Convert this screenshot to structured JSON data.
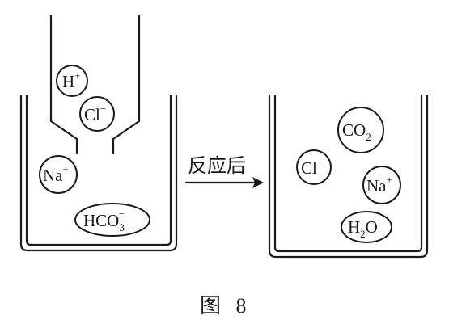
{
  "diagram": {
    "before": {
      "ions": [
        {
          "base": "H",
          "sup": "+",
          "sub": ""
        },
        {
          "base": "Cl",
          "sup": "−",
          "sub": ""
        },
        {
          "base": "Na",
          "sup": "+",
          "sub": ""
        },
        {
          "base": "HCO",
          "sup": "−",
          "sub": "3"
        }
      ]
    },
    "arrow_label": "反应后",
    "after": {
      "ions": [
        {
          "base": "CO",
          "sup": "",
          "sub": "2"
        },
        {
          "base": "Cl",
          "sup": "−",
          "sub": ""
        },
        {
          "base": "Na",
          "sup": "+",
          "sub": ""
        },
        {
          "base": "H",
          "sup": "",
          "sub": "2",
          "tail": "O"
        }
      ]
    },
    "caption": "图 8"
  }
}
